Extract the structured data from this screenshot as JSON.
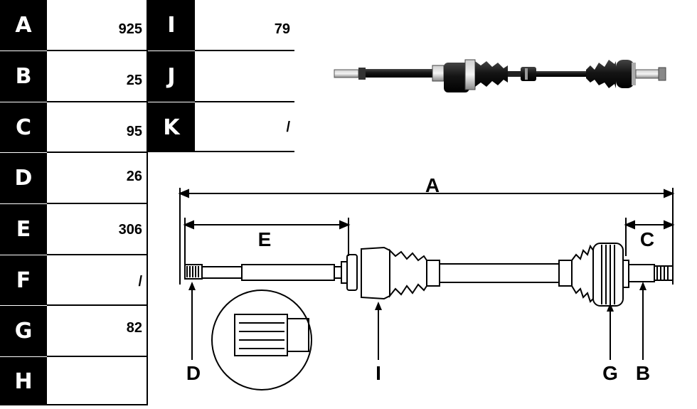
{
  "table": {
    "left_rows": [
      {
        "label": "A",
        "value": "925"
      },
      {
        "label": "B",
        "value": "25"
      },
      {
        "label": "C",
        "value": "95"
      },
      {
        "label": "D",
        "value": "26"
      },
      {
        "label": "E",
        "value": "306"
      },
      {
        "label": "F",
        "value": "/"
      },
      {
        "label": "G",
        "value": "82"
      },
      {
        "label": "H",
        "value": ""
      }
    ],
    "right_rows": [
      {
        "label": "I",
        "value": "79"
      },
      {
        "label": "J",
        "value": ""
      },
      {
        "label": "K",
        "value": "/"
      }
    ]
  },
  "diagram": {
    "dimension_labels": {
      "A": "A",
      "C": "C",
      "E": "E",
      "D": "D",
      "I": "I",
      "G": "G",
      "B": "B"
    }
  }
}
